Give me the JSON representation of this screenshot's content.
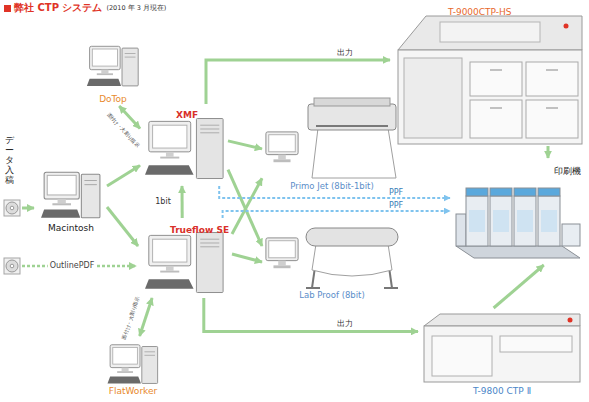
{
  "diagram": {
    "title": "弊社 CTP システム",
    "nodes": [
      {
        "text": [
          "T-9000CTP-HS"
        ]
      },
      {
        "text": [
          "DoTop"
        ]
      },
      {
        "text": [
          "XMF"
        ]
      },
      {
        "text": [
          "Primo Jet (8bit-1bit)"
        ]
      },
      {
        "text": [
          "印刷機"
        ]
      },
      {
        "text": [
          "Macintosh"
        ]
      },
      {
        "text": [
          "Trueflow SE"
        ]
      },
      {
        "text": [
          "Lab Proof (8bit)"
        ]
      },
      {
        "text": [
          "FlatWorker"
        ]
      },
      {
        "text": [
          "T-9800 CTP Ⅱ"
        ]
      }
    ],
    "edges": [
      {
        "from": 2,
        "to": 0,
        "label": "出力",
        "arrow": "to"
      },
      {
        "from": 1,
        "to": 2,
        "label": "面付け・大割り指示",
        "arrow": "both"
      },
      {
        "from": 5,
        "to": 2,
        "arrow": "to"
      },
      {
        "from": 5,
        "to": 6,
        "arrow": "to"
      },
      {
        "from": 2,
        "to": 3,
        "arrow": "to"
      },
      {
        "from": 2,
        "to": 7,
        "arrow": "to"
      },
      {
        "from": 6,
        "to": 3,
        "arrow": "to"
      },
      {
        "from": 6,
        "to": 7,
        "arrow": "to"
      },
      {
        "from": 6,
        "to": 2,
        "label": "1bit",
        "arrow": "to"
      },
      {
        "from": 8,
        "to": 6,
        "label": "面付け・大割り指示",
        "arrow": "both"
      },
      {
        "from": 6,
        "to": 9,
        "label": "出力",
        "arrow": "to"
      },
      {
        "from": 0,
        "to": 4,
        "arrow": "to"
      },
      {
        "from": 9,
        "to": 4,
        "arrow": "to"
      },
      {
        "from": 2,
        "to": 4,
        "label": "PPF",
        "arrow": "to"
      },
      {
        "from": 6,
        "to": 4,
        "label": "PPF",
        "arrow": "to"
      }
    ],
    "labels": [
      "(2010 年 3 月現在)",
      "データ入稿",
      "OutlinePDF"
    ]
  }
}
